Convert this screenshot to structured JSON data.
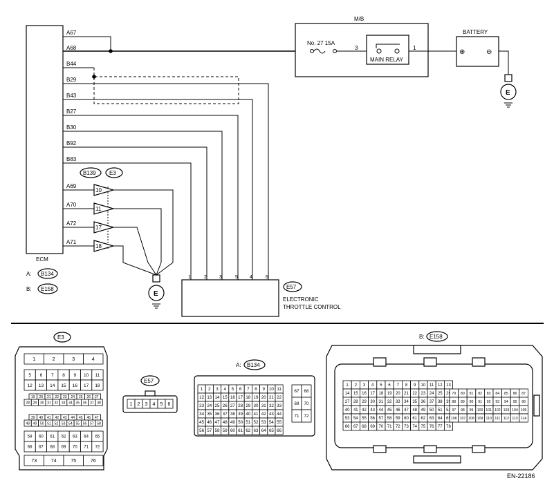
{
  "ecm": {
    "label": "ECM",
    "pins": [
      "A67",
      "A68",
      "B44",
      "B29",
      "B43",
      "B27",
      "B30",
      "B92",
      "B83",
      "A69",
      "A70",
      "A72",
      "A71"
    ],
    "connector_a_prefix": "A:",
    "connector_a": "B134",
    "connector_b_prefix": "B:",
    "connector_b": "E158"
  },
  "mb": {
    "label": "M/B",
    "fuse": "No. 27  15A",
    "relay_label": "MAIN RELAY",
    "terminal_in": "3",
    "terminal_out": "1"
  },
  "battery": {
    "label": "BATTERY",
    "plus": "⊕",
    "minus": "⊖"
  },
  "ground_label": "E",
  "joint": {
    "connector_1": "B139",
    "connector_2": "E3",
    "pins": [
      "10",
      "11",
      "17",
      "18"
    ]
  },
  "etc": {
    "connector": "E57",
    "label_line1": "ELECTRONIC",
    "label_line2": "THROTTLE CONTROL",
    "pins": [
      "1",
      "2",
      "3",
      "5",
      "4",
      "6"
    ]
  },
  "bottom": {
    "e3_label": "E3",
    "e3_rows": [
      [
        "1",
        "2",
        "3",
        "4"
      ],
      [
        "5",
        "6",
        "7",
        "8",
        "9",
        "10",
        "11"
      ],
      [
        "12",
        "13",
        "14",
        "15",
        "16",
        "17",
        "18"
      ],
      [
        "19",
        "20",
        "21",
        "22",
        "23",
        "24",
        "25",
        "26",
        "27"
      ],
      [
        "28",
        "29",
        "30",
        "31",
        "32",
        "33",
        "34",
        "35",
        "36",
        "37",
        "38"
      ],
      [
        "39",
        "40",
        "41",
        "42",
        "43",
        "44",
        "45",
        "46",
        "47"
      ],
      [
        "48",
        "49",
        "50",
        "51",
        "52",
        "53",
        "54",
        "55",
        "56",
        "57",
        "58"
      ],
      [
        "59",
        "60",
        "61",
        "62",
        "63",
        "64",
        "65"
      ],
      [
        "66",
        "67",
        "68",
        "69",
        "70",
        "71",
        "72"
      ],
      [
        "73",
        "74",
        "75",
        "76"
      ]
    ],
    "e57_label": "E57",
    "e57_pins": [
      "1",
      "2",
      "3",
      "4",
      "5",
      "6"
    ],
    "b134_prefix": "A:",
    "b134_label": "B134",
    "b134_rows": [
      [
        "1",
        "2",
        "3",
        "4",
        "5",
        "6",
        "7",
        "8",
        "9",
        "10",
        "11"
      ],
      [
        "12",
        "13",
        "14",
        "15",
        "16",
        "17",
        "18",
        "19",
        "20",
        "21",
        "22"
      ],
      [
        "23",
        "24",
        "25",
        "26",
        "27",
        "28",
        "29",
        "30",
        "31",
        "32",
        "33"
      ],
      [
        "34",
        "35",
        "36",
        "37",
        "38",
        "39",
        "40",
        "41",
        "42",
        "43",
        "44"
      ],
      [
        "45",
        "46",
        "47",
        "48",
        "49",
        "50",
        "51",
        "52",
        "53",
        "54",
        "55"
      ],
      [
        "56",
        "57",
        "58",
        "59",
        "60",
        "61",
        "62",
        "63",
        "64",
        "65",
        "66"
      ]
    ],
    "b134_side": [
      [
        "67",
        "68"
      ],
      [
        "69",
        "70"
      ],
      [
        "71",
        "72"
      ]
    ],
    "e158_prefix": "B:",
    "e158_label": "E158",
    "e158_left_rows": [
      [
        "1",
        "2",
        "3",
        "4",
        "5",
        "6",
        "7",
        "8",
        "9",
        "10",
        "11",
        "12",
        "13"
      ],
      [
        "14",
        "15",
        "16",
        "17",
        "18",
        "19",
        "20",
        "21",
        "22",
        "23",
        "24",
        "25",
        "26"
      ],
      [
        "27",
        "28",
        "29",
        "30",
        "31",
        "32",
        "33",
        "34",
        "35",
        "36",
        "37",
        "38",
        "39"
      ],
      [
        "40",
        "41",
        "42",
        "43",
        "44",
        "45",
        "46",
        "47",
        "48",
        "49",
        "50",
        "51",
        "52"
      ],
      [
        "53",
        "54",
        "55",
        "56",
        "57",
        "58",
        "59",
        "60",
        "61",
        "62",
        "63",
        "64",
        "65"
      ],
      [
        "66",
        "67",
        "68",
        "69",
        "70",
        "71",
        "72",
        "73",
        "74",
        "75",
        "76",
        "77",
        "78"
      ]
    ],
    "e158_right_rows": [
      [
        "79",
        "80",
        "81",
        "82",
        "83",
        "84",
        "85",
        "86",
        "87"
      ],
      [
        "88",
        "89",
        "90",
        "91",
        "92",
        "93",
        "94",
        "95",
        "96"
      ],
      [
        "97",
        "98",
        "99",
        "100",
        "101",
        "102",
        "103",
        "104",
        "105"
      ],
      [
        "106",
        "107",
        "108",
        "109",
        "110",
        "111",
        "112",
        "113",
        "114"
      ]
    ]
  },
  "figure_code": "EN-22186"
}
